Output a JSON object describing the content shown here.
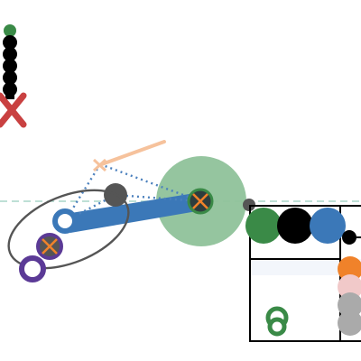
{
  "colors": {
    "background": "#ffffff",
    "black": "#000000",
    "green": "#3a8a47",
    "green_light": "#8fc29a",
    "blue": "#3b78b8",
    "blue_dotted": "#4b80bd",
    "purple": "#5b3a96",
    "red": "#c94141",
    "orange": "#f0822a",
    "orange_light": "#f6c29c",
    "gray_dark": "#555555",
    "gray_light": "#aaaaaa",
    "pink_light": "#f1c9c9",
    "teal_dashed": "#a9d5c8",
    "panel_stripe": "#f3f6fb"
  },
  "icons": {
    "cursor_mark": "x-cross",
    "small_mark": "x-cross"
  },
  "left_marker_column": {
    "top_dot_color": "green",
    "dot_count": 6,
    "cross_color": "red"
  },
  "network": {
    "large_node_color": "green_light",
    "link_color": "blue",
    "dotted_link_color": "blue_dotted",
    "ellipse_color": "gray_dark",
    "highlight_stroke_color": "orange_light"
  },
  "legend_panel": {
    "row_swatches": [
      "green",
      "black",
      "blue"
    ],
    "side_swatches": [
      "orange",
      "pink_light",
      "gray_light",
      "gray_light"
    ],
    "bottom_ring_color": "green"
  }
}
